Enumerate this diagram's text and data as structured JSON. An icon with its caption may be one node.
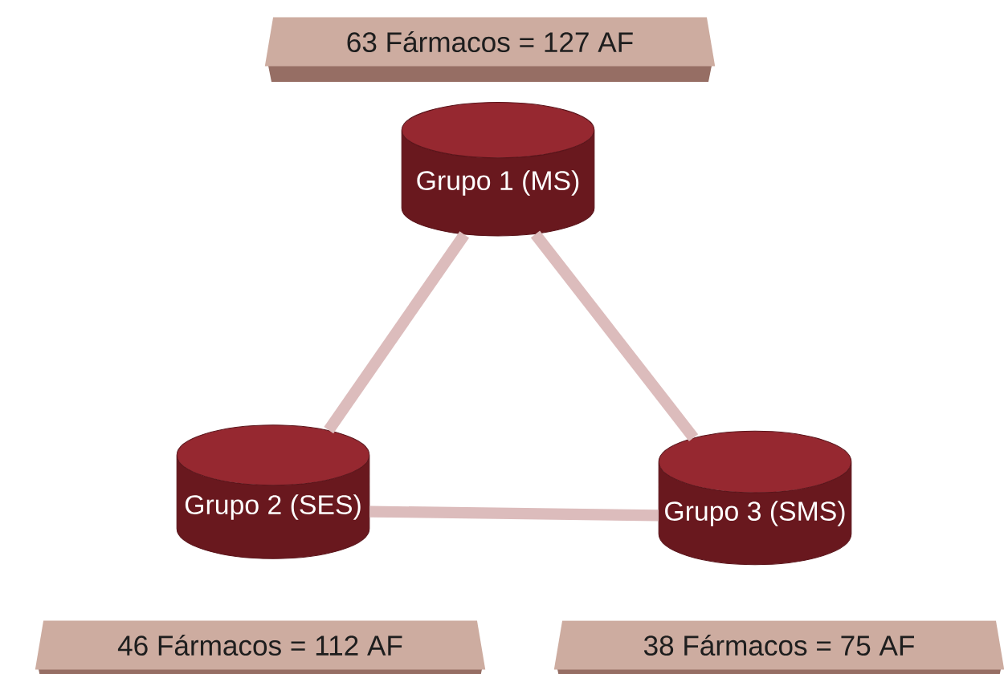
{
  "diagram": {
    "nodes": [
      {
        "text": [
          "63 Fármacos = 127 AF"
        ]
      },
      {
        "text": [
          "Grupo 1 (MS)"
        ]
      },
      {
        "text": [
          "Grupo 2 (SES)"
        ]
      },
      {
        "text": [
          "Grupo 3 (SMS)"
        ]
      },
      {
        "text": [
          "46 Fármacos = 112 AF"
        ]
      },
      {
        "text": [
          "38 Fármacos = 75 AF"
        ]
      }
    ],
    "edges": [
      {
        "from": 1,
        "to": 2,
        "arrow": "none"
      },
      {
        "from": 1,
        "to": 3,
        "arrow": "none"
      },
      {
        "from": 2,
        "to": 3,
        "arrow": "none"
      }
    ]
  }
}
